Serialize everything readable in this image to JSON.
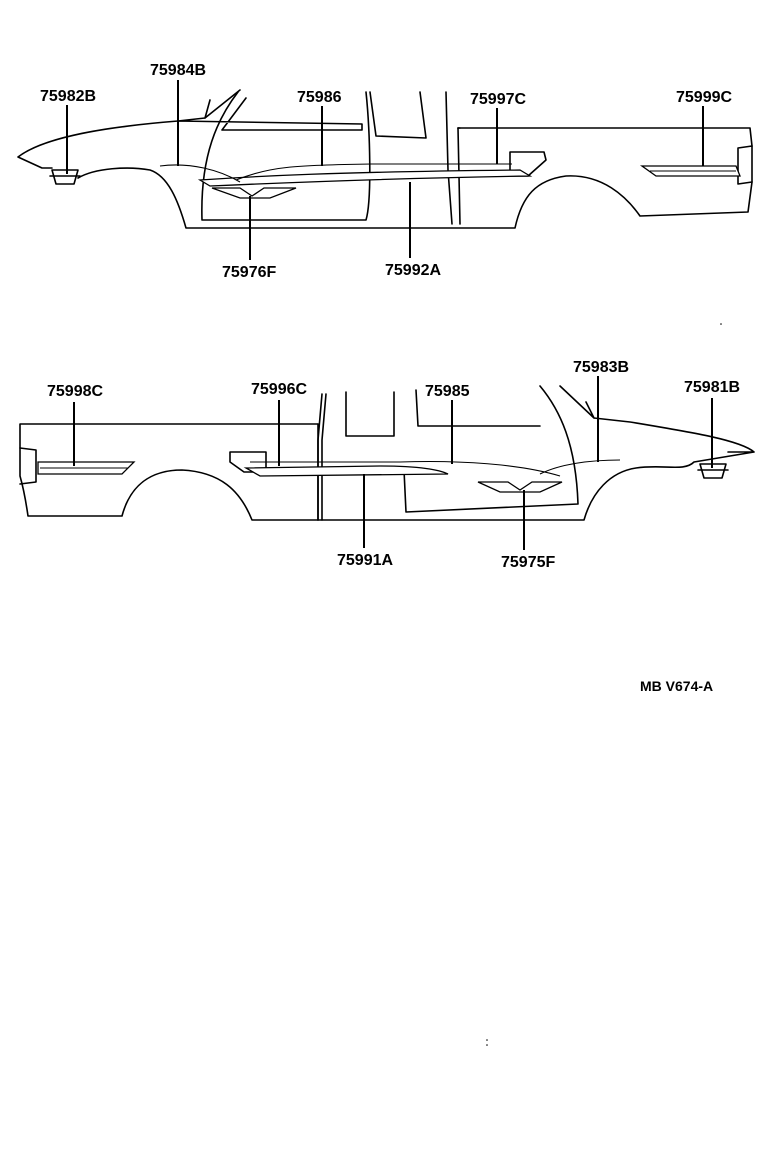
{
  "upper_view": {
    "labels": {
      "p75982B": "75982B",
      "p75984B": "75984B",
      "p75986": "75986",
      "p75997C": "75997C",
      "p75999C": "75999C",
      "p75976F": "75976F",
      "p75992A": "75992A"
    }
  },
  "lower_view": {
    "labels": {
      "p75998C": "75998C",
      "p75996C": "75996C",
      "p75985": "75985",
      "p75983B": "75983B",
      "p75981B": "75981B",
      "p75991A": "75991A",
      "p75975F": "75975F"
    }
  },
  "diagram_ref": "MB V674-A"
}
